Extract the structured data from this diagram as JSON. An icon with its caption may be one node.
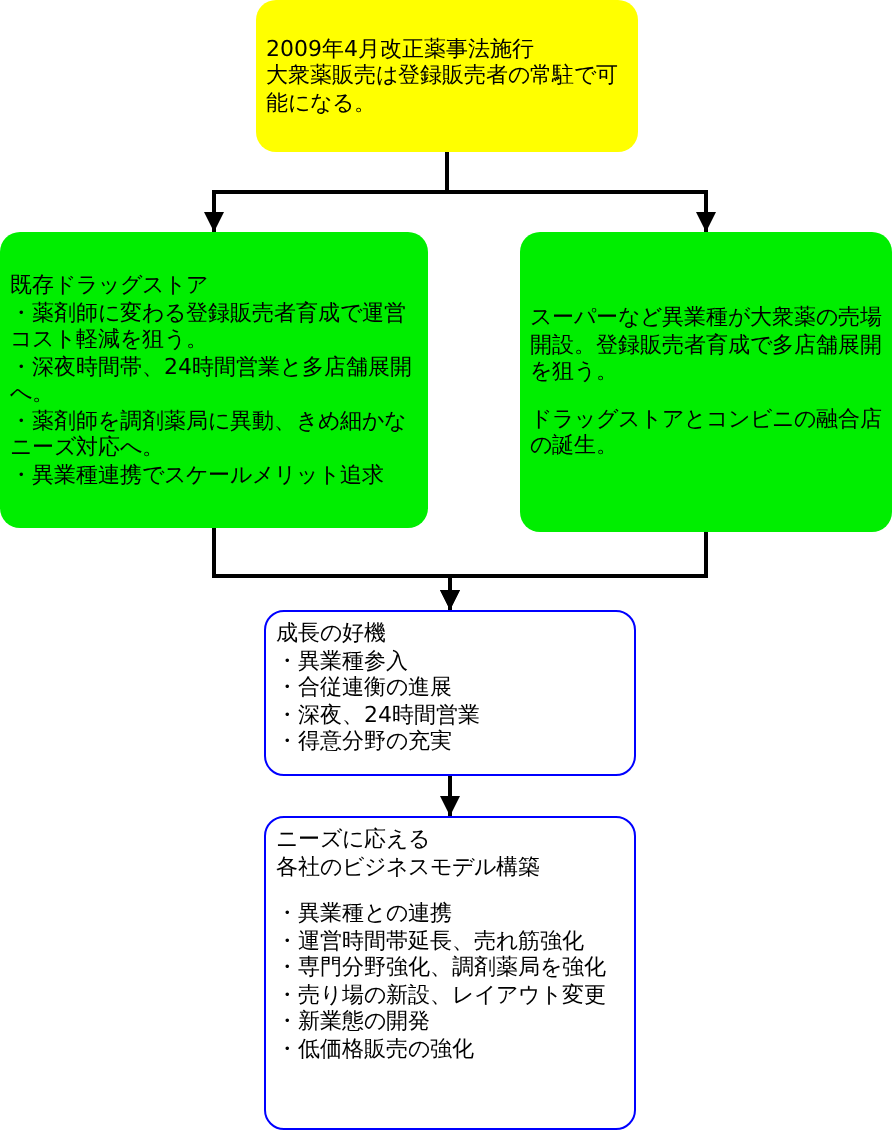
{
  "diagram": {
    "nodes": [
      {
        "text": [
          "2009年4月改正薬事法施行",
          "大衆薬販売は登録販売者の常駐で可能になる。"
        ]
      },
      {
        "text": [
          "既存ドラッグストア",
          "・薬剤師に変わる登録販売者育成で運営コスト軽減を狙う。",
          "・深夜時間帯、24時間営業と多店舗展開へ。",
          "・薬剤師を調剤薬局に異動、きめ細かなニーズ対応へ。",
          "・異業種連携でスケールメリット追求"
        ]
      },
      {
        "text": [
          "スーパーなど異業種が大衆薬の売場開設。登録販売者育成で多店舗展開を狙う。",
          "ドラッグストアとコンビニの融合店の誕生。"
        ]
      },
      {
        "text": [
          "成長の好機",
          "・異業種参入",
          "・合従連衡の進展",
          "・深夜、24時間営業",
          "・得意分野の充実"
        ]
      },
      {
        "text": [
          "ニーズに応える",
          "各社のビジネスモデル構築",
          "・異業種との連携",
          "・運営時間帯延長、売れ筋強化",
          "・専門分野強化、調剤薬局を強化",
          "・売り場の新設、レイアウト変更",
          "・新業態の開発",
          "・低価格販売の強化"
        ]
      }
    ],
    "edges": [
      {
        "from": 0,
        "to": 1,
        "arrow": "to"
      },
      {
        "from": 0,
        "to": 2,
        "arrow": "to"
      },
      {
        "from": 1,
        "to": 3,
        "arrow": "to"
      },
      {
        "from": 2,
        "to": 3,
        "arrow": "to"
      },
      {
        "from": 3,
        "to": 4,
        "arrow": "to"
      }
    ]
  }
}
